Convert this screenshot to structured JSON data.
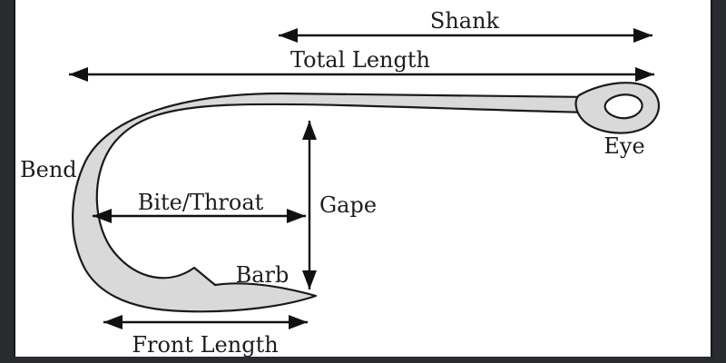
{
  "meta": {
    "description": "Anatomy diagram of a fishing hook with labeled measurement arrows"
  },
  "frame": {
    "background": "#ffffff",
    "bar_color": "#2a2b2f",
    "bar_edge_color": "#17181a"
  },
  "hook": {
    "fill": "#d9d9d9",
    "outline": "#1a1a1a",
    "arrow_color": "#111111",
    "text_color": "#1d1d1d"
  },
  "labels": {
    "shank": "Shank",
    "total_length": "Total Length",
    "eye": "Eye",
    "bend": "Bend",
    "bite_throat": "Bite/Throat",
    "gape": "Gape",
    "barb": "Barb",
    "front_length": "Front Length"
  }
}
